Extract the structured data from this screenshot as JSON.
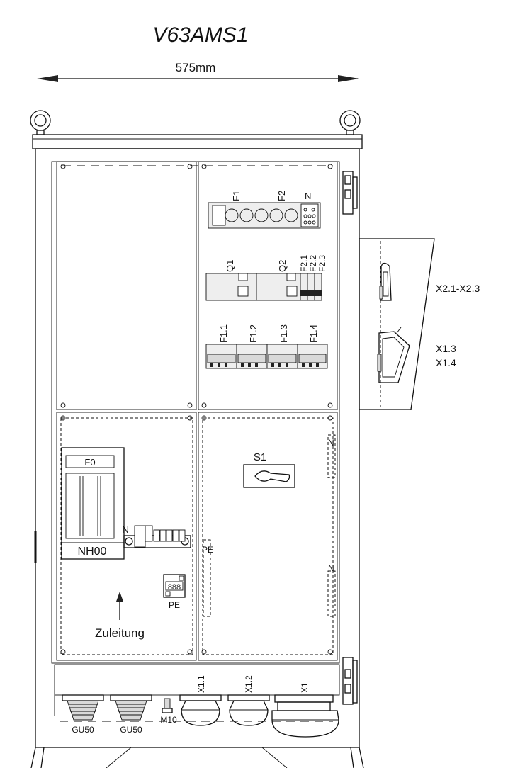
{
  "title": "V63AMS1",
  "dimension": "575mm",
  "labels": {
    "f1": "F1",
    "f2": "F2",
    "n_top": "N",
    "q1": "Q1",
    "q2": "Q2",
    "f21": "F2.1",
    "f22": "F2.2",
    "f23": "F2.3",
    "f11": "F1.1",
    "f12": "F1.2",
    "f13": "F1.3",
    "f14": "F1.4",
    "x21_x23": "X2.1-X2.3",
    "x13": "X1.3",
    "x14": "X1.4",
    "s1": "S1",
    "f0": "F0",
    "nh00": "NH00",
    "n_bar": "N",
    "pe_terminal": "PE",
    "pe_rail": "PE",
    "n_rail1": "N",
    "n_rail2": "N",
    "zuleitung": "Zuleitung",
    "x11": "X1.1",
    "x12": "X1.2",
    "x1": "X1",
    "gu50_a": "GU50",
    "gu50_b": "GU50",
    "m10": "M10",
    "terminal_digits": "888"
  },
  "icons": [
    "lifting-eye-icon",
    "hinge-icon",
    "rotary-switch-icon",
    "arrow-up-icon",
    "cable-gland-icon",
    "socket-icon"
  ]
}
